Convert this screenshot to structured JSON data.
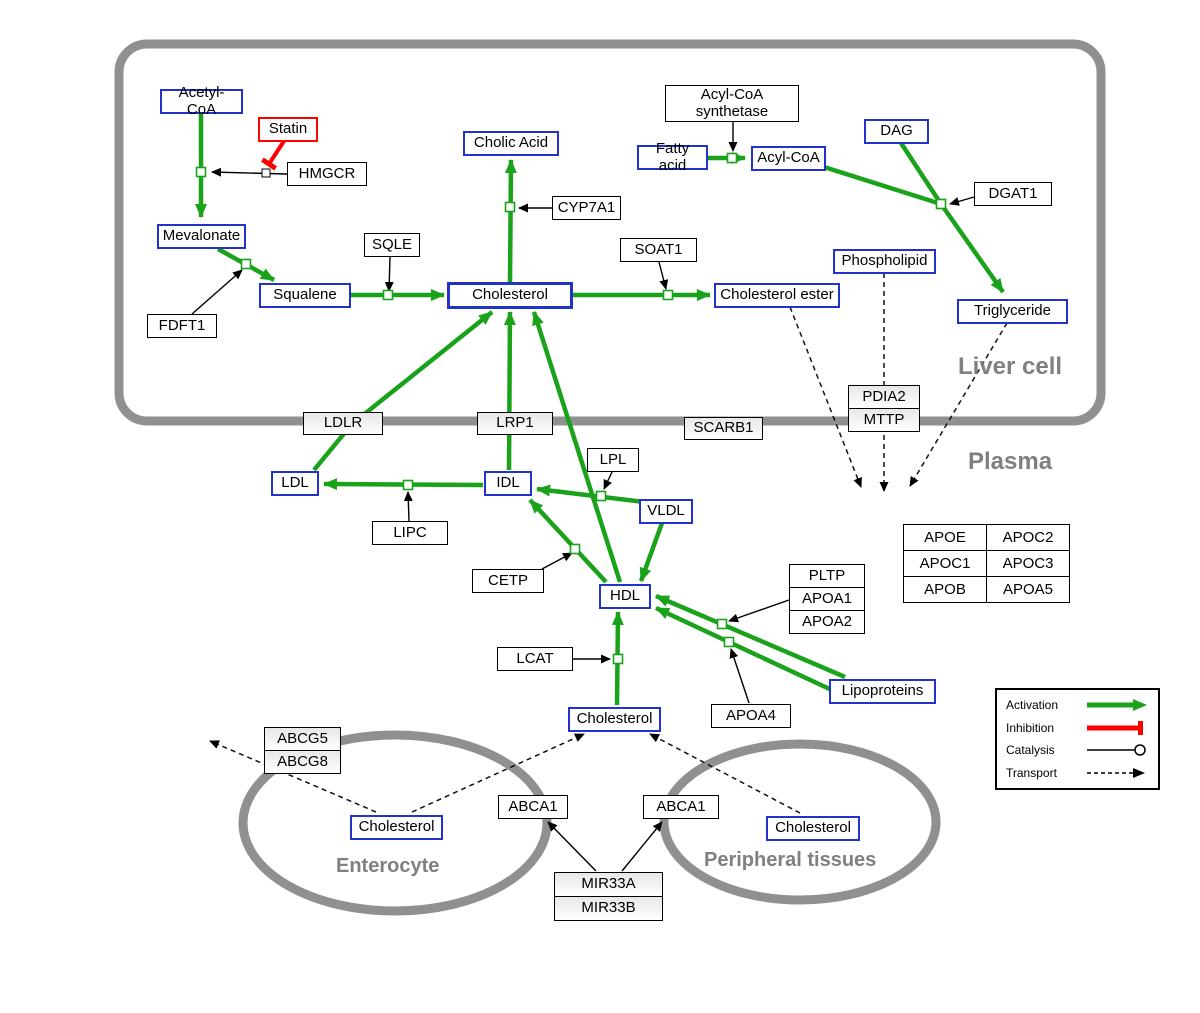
{
  "compartments": {
    "liver": "Liver cell",
    "plasma": "Plasma",
    "enterocyte": "Enterocyte",
    "peripheral": "Peripheral tissues"
  },
  "nodes": {
    "acetyl_coa": "Acetyl-CoA",
    "statin": "Statin",
    "hmgcr": "HMGCR",
    "mevalonate": "Mevalonate",
    "fdft1": "FDFT1",
    "squalene": "Squalene",
    "sqle": "SQLE",
    "cholesterol_liver": "Cholesterol",
    "cholic_acid": "Cholic Acid",
    "cyp7a1": "CYP7A1",
    "soat1": "SOAT1",
    "cholesterol_ester": "Cholesterol ester",
    "fatty_acid": "Fatty acid",
    "acyl_coa_synthetase": "Acyl-CoA synthetase",
    "acyl_coa": "Acyl-CoA",
    "dag": "DAG",
    "dgat1": "DGAT1",
    "phospholipid": "Phospholipid",
    "triglyceride": "Triglyceride",
    "ldlr": "LDLR",
    "lrp1": "LRP1",
    "scarb1": "SCARB1",
    "pdia2": "PDIA2",
    "mttp": "MTTP",
    "ldl": "LDL",
    "idl": "IDL",
    "vldl": "VLDL",
    "hdl": "HDL",
    "lipc": "LIPC",
    "lpl": "LPL",
    "cetp": "CETP",
    "lcat": "LCAT",
    "pltp": "PLTP",
    "apoa1": "APOA1",
    "apoa2": "APOA2",
    "apoa4": "APOA4",
    "lipoproteins": "Lipoproteins",
    "cholesterol_plasma": "Cholesterol",
    "cholesterol_enterocyte": "Cholesterol",
    "cholesterol_peripheral": "Cholesterol",
    "abcg5": "ABCG5",
    "abcg8": "ABCG8",
    "abca1_enterocyte": "ABCA1",
    "abca1_peripheral": "ABCA1",
    "mir33a": "MIR33A",
    "mir33b": "MIR33B"
  },
  "apo_table": {
    "rows": [
      [
        "APOE",
        "APOC2"
      ],
      [
        "APOC1",
        "APOC3"
      ],
      [
        "APOB",
        "APOA5"
      ]
    ]
  },
  "legend": {
    "activation": "Activation",
    "inhibition": "Inhibition",
    "catalysis": "Catalysis",
    "transport": "Transport"
  },
  "colors": {
    "activation": "#1aa31a",
    "inhibition": "#ff0000",
    "metabolite_border": "#2233cc",
    "membrane_gray": "#909090",
    "label_gray": "#808080"
  }
}
